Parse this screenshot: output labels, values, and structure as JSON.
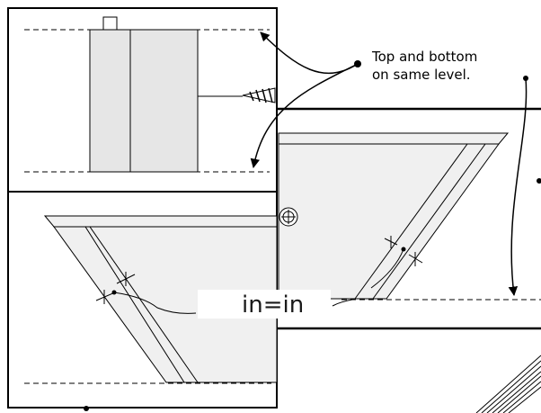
{
  "annotations": {
    "level_note_line1": "Top and bottom",
    "level_note_line2": "on same level.",
    "equal_label": "in=in"
  },
  "icons": {
    "screw": "screw-icon",
    "crosshair": "crosshair-icon"
  },
  "colors": {
    "stroke": "#000000",
    "fill_light": "#f0f0f0",
    "fill_panel": "#e6e6e6"
  }
}
